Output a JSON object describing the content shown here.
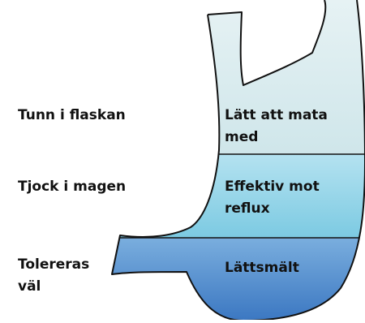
{
  "diagram": {
    "left_labels": [
      {
        "text": "Tunn i flaskan"
      },
      {
        "text": "Tjock i magen"
      },
      {
        "text": "Tolereras väl"
      }
    ],
    "inside_labels": [
      {
        "text": "Lätt att mata med"
      },
      {
        "text": "Effektiv mot reflux"
      },
      {
        "text": "Lättsmält"
      }
    ],
    "colors": {
      "outline": "#111111",
      "band_top_light": "#e6f2f4",
      "band_top_dark": "#cfe6ea",
      "band_middle_light": "#b4e2f0",
      "band_middle_dark": "#7ccae2",
      "band_bottom_light": "#7aaede",
      "band_bottom_dark": "#3c78c2"
    }
  }
}
